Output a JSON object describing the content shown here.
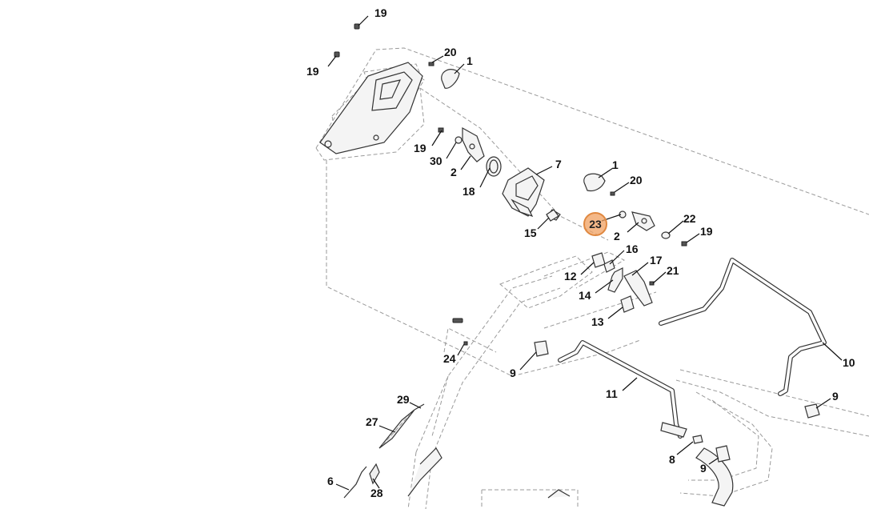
{
  "diagram": {
    "highlight_color": "#f0a060",
    "callouts": [
      {
        "id": "c-19-a",
        "text": "19"
      },
      {
        "id": "c-19-b",
        "text": "19"
      },
      {
        "id": "c-20-a",
        "text": "20"
      },
      {
        "id": "c-1-a",
        "text": "1"
      },
      {
        "id": "c-19-c",
        "text": "19"
      },
      {
        "id": "c-30",
        "text": "30"
      },
      {
        "id": "c-2-a",
        "text": "2"
      },
      {
        "id": "c-18",
        "text": "18"
      },
      {
        "id": "c-7",
        "text": "7"
      },
      {
        "id": "c-1-b",
        "text": "1"
      },
      {
        "id": "c-20-b",
        "text": "20"
      },
      {
        "id": "c-22",
        "text": "22"
      },
      {
        "id": "c-19-d",
        "text": "19"
      },
      {
        "id": "c-2-b",
        "text": "2"
      },
      {
        "id": "c-15",
        "text": "15"
      },
      {
        "id": "c-16",
        "text": "16"
      },
      {
        "id": "c-17",
        "text": "17"
      },
      {
        "id": "c-21",
        "text": "21"
      },
      {
        "id": "c-12",
        "text": "12"
      },
      {
        "id": "c-14",
        "text": "14"
      },
      {
        "id": "c-13",
        "text": "13"
      },
      {
        "id": "c-10",
        "text": "10"
      },
      {
        "id": "c-24",
        "text": "24"
      },
      {
        "id": "c-9-a",
        "text": "9"
      },
      {
        "id": "c-11",
        "text": "11"
      },
      {
        "id": "c-9-b",
        "text": "9"
      },
      {
        "id": "c-29",
        "text": "29"
      },
      {
        "id": "c-27",
        "text": "27"
      },
      {
        "id": "c-8",
        "text": "8"
      },
      {
        "id": "c-9-c",
        "text": "9"
      },
      {
        "id": "c-6",
        "text": "6"
      },
      {
        "id": "c-28",
        "text": "28"
      }
    ],
    "highlighted_callout": {
      "text": "23"
    }
  }
}
